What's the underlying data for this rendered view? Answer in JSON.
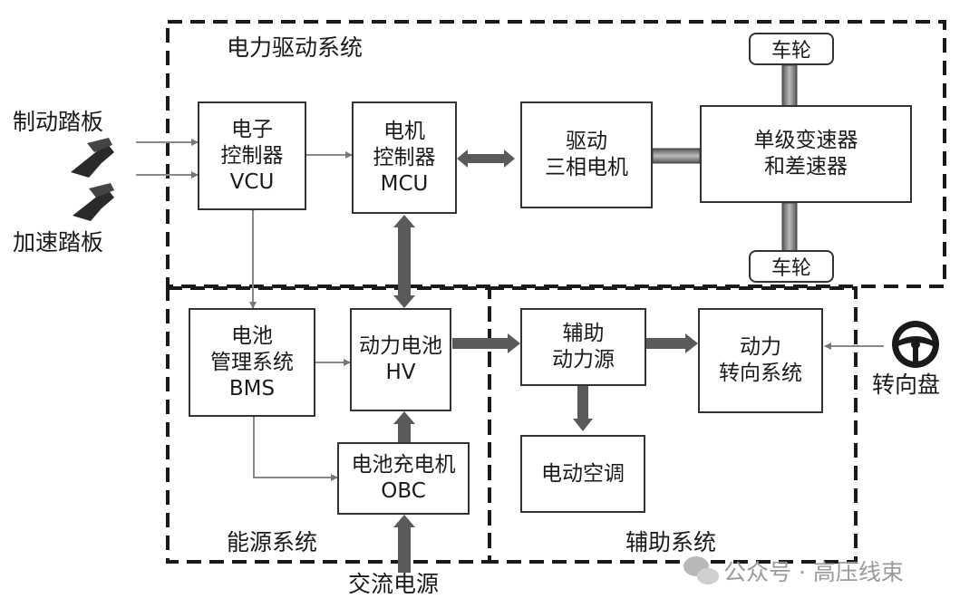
{
  "systems": {
    "drive": "电力驱动系统",
    "energy": "能源系统",
    "aux": "辅助系统"
  },
  "inputs": {
    "brake_pedal": "制动踏板",
    "accel_pedal": "加速踏板",
    "ac_power": "交流电源",
    "steering_wheel": "转向盘"
  },
  "blocks": {
    "vcu": [
      "电子",
      "控制器",
      "VCU"
    ],
    "mcu": [
      "电机",
      "控制器",
      "MCU"
    ],
    "motor": [
      "驱动",
      "三相电机"
    ],
    "gearbox": [
      "单级变速器",
      "和差速器"
    ],
    "wheel_top": "车轮",
    "wheel_bottom": "车轮",
    "bms": [
      "电池",
      "管理系统",
      "BMS"
    ],
    "battery": [
      "动力电池",
      "HV"
    ],
    "obc": [
      "电池充电机",
      "OBC"
    ],
    "aux_power": [
      "辅助",
      "动力源"
    ],
    "power_steering": [
      "动力",
      "转向系统"
    ],
    "ac": "电动空调"
  },
  "watermark": "公众号 · 高压线束"
}
